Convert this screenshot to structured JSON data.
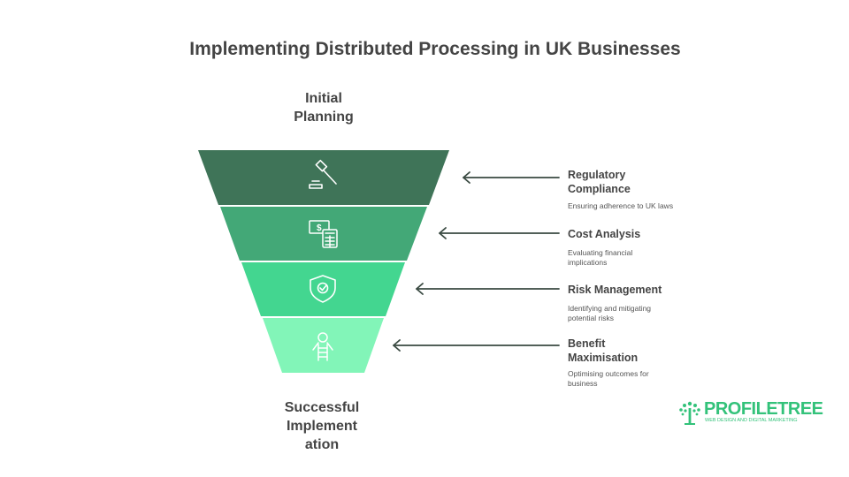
{
  "title": "Implementing Distributed Processing in UK Businesses",
  "top_label_lines": [
    "Initial",
    "Planning"
  ],
  "bottom_label_lines": [
    "Successful",
    "Implement",
    "ation"
  ],
  "colors": {
    "stage1": "#3f7458",
    "stage2": "#43a877",
    "stage3": "#43d690",
    "stage4": "#82f5b8",
    "arrow": "#3a4a42",
    "brand": "#33c27a"
  },
  "stages": [
    {
      "title_lines": [
        "Regulatory",
        "Compliance"
      ],
      "desc_lines": [
        "Ensuring adherence to UK laws"
      ],
      "icon": "gavel-icon"
    },
    {
      "title_lines": [
        "Cost Analysis"
      ],
      "desc_lines": [
        "Evaluating financial",
        "implications"
      ],
      "icon": "money-calculator-icon"
    },
    {
      "title_lines": [
        "Risk Management"
      ],
      "desc_lines": [
        "Identifying and mitigating",
        "potential risks"
      ],
      "icon": "shield-check-icon"
    },
    {
      "title_lines": [
        "Benefit",
        "Maximisation"
      ],
      "desc_lines": [
        "Optimising outcomes for",
        "business"
      ],
      "icon": "ladder-growth-icon"
    }
  ],
  "logo": {
    "name": "PROFILETREE",
    "tagline": "WEB DESIGN AND DIGITAL MARKETING",
    "icon": "tree-icon"
  }
}
